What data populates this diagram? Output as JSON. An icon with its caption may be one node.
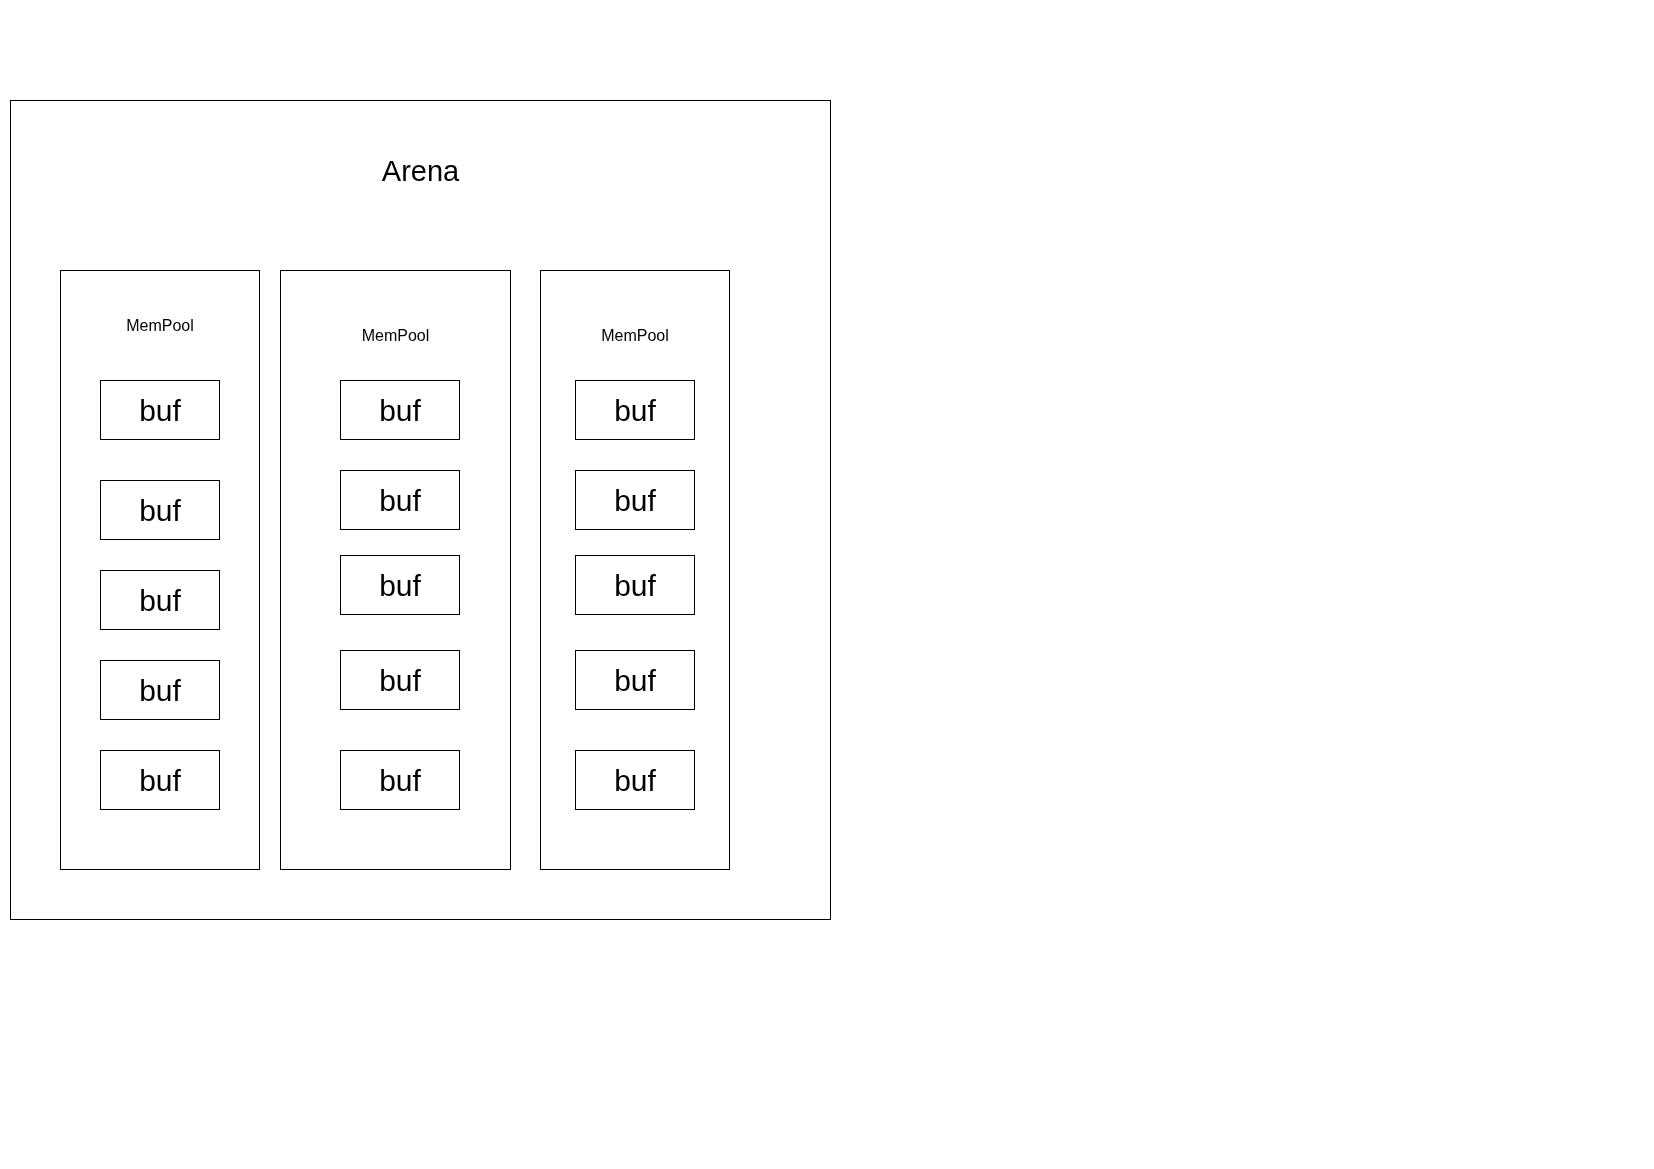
{
  "diagram": {
    "nodes": [
      {
        "text": [
          "Arena"
        ]
      },
      {
        "text": [
          "MemPool"
        ],
        "in": 0
      },
      {
        "text": [
          "buf"
        ],
        "in": 1
      },
      {
        "text": [
          "buf"
        ],
        "in": 1
      },
      {
        "text": [
          "buf"
        ],
        "in": 1
      },
      {
        "text": [
          "buf"
        ],
        "in": 1
      },
      {
        "text": [
          "buf"
        ],
        "in": 1
      },
      {
        "text": [
          "MemPool"
        ],
        "in": 0
      },
      {
        "text": [
          "buf"
        ],
        "in": 7
      },
      {
        "text": [
          "buf"
        ],
        "in": 7
      },
      {
        "text": [
          "buf"
        ],
        "in": 7
      },
      {
        "text": [
          "buf"
        ],
        "in": 7
      },
      {
        "text": [
          "buf"
        ],
        "in": 7
      },
      {
        "text": [
          "MemPool"
        ],
        "in": 0
      },
      {
        "text": [
          "buf"
        ],
        "in": 13
      },
      {
        "text": [
          "buf"
        ],
        "in": 13
      },
      {
        "text": [
          "buf"
        ],
        "in": 13
      },
      {
        "text": [
          "buf"
        ],
        "in": 13
      },
      {
        "text": [
          "buf"
        ],
        "in": 13
      }
    ]
  }
}
